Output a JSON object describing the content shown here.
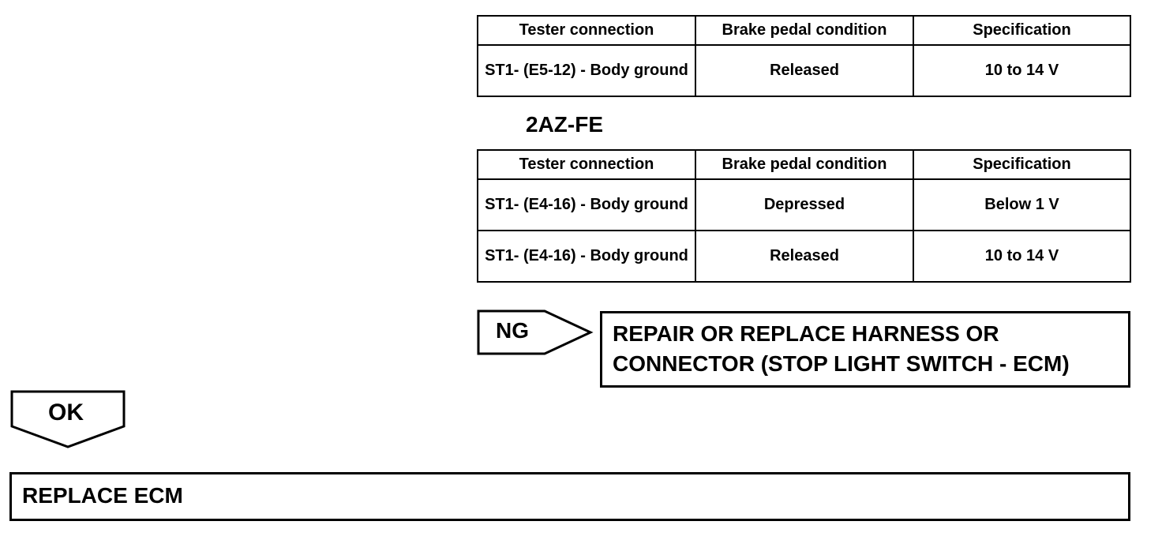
{
  "table1": {
    "headers": [
      "Tester connection",
      "Brake pedal condition",
      "Specification"
    ],
    "rows": [
      {
        "connection": "ST1- (E5-12) - Body ground",
        "condition": "Released",
        "spec": "10 to 14 V"
      }
    ]
  },
  "engine_label": "2AZ-FE",
  "table2": {
    "headers": [
      "Tester connection",
      "Brake pedal condition",
      "Specification"
    ],
    "rows": [
      {
        "connection": "ST1- (E4-16) - Body ground",
        "condition": "Depressed",
        "spec": "Below 1 V"
      },
      {
        "connection": "ST1- (E4-16) - Body ground",
        "condition": "Released",
        "spec": "10 to 14 V"
      }
    ]
  },
  "ng": {
    "label": "NG",
    "action": "REPAIR OR REPLACE HARNESS OR CONNECTOR (STOP LIGHT SWITCH - ECM)"
  },
  "ok": {
    "label": "OK",
    "action": "REPLACE ECM"
  }
}
